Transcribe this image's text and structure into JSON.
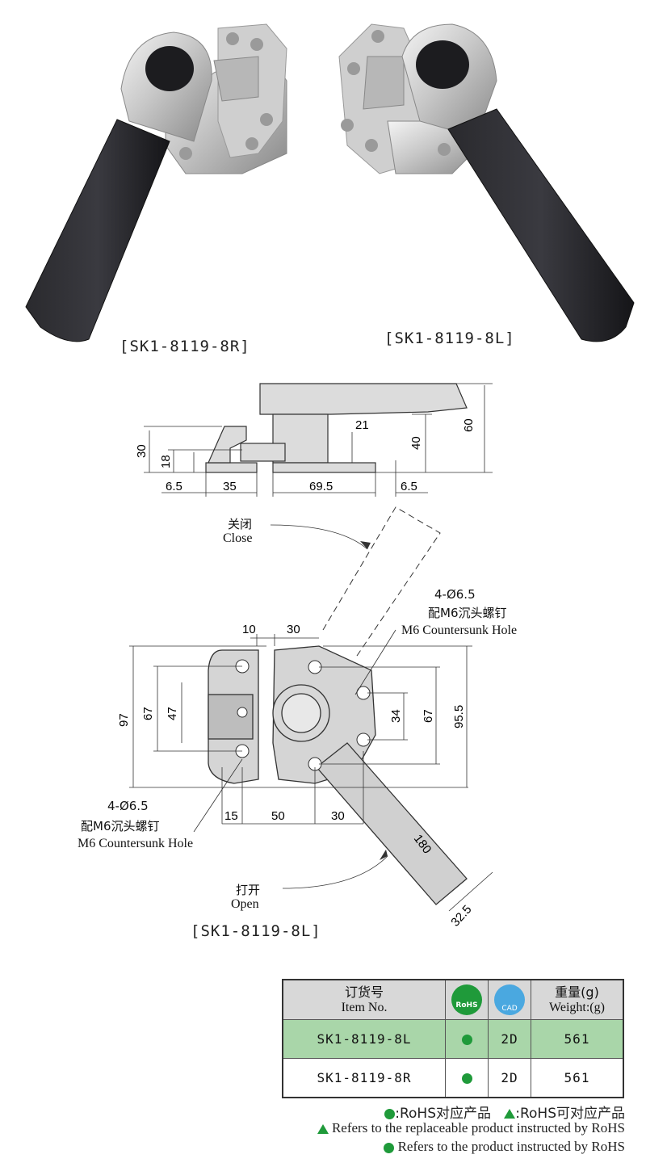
{
  "photos": {
    "right_caption": "[SK1-8119-8R]",
    "left_caption": "[SK1-8119-8L]"
  },
  "side_view": {
    "dims": {
      "d60": "60",
      "d40": "40",
      "d21": "21",
      "d30": "30",
      "d18": "18",
      "d6_5a": "6.5",
      "d35": "35",
      "d69_5": "69.5",
      "d6_5b": "6.5"
    }
  },
  "top_view": {
    "close_cn": "关闭",
    "close_en": "Close",
    "open_cn": "打开",
    "open_en": "Open",
    "hole_right_qty": "4-Ø6.5",
    "hole_right_cn": "配M6沉头螺钉",
    "hole_right_en": "M6 Countersunk Hole",
    "hole_left_qty": "4-Ø6.5",
    "hole_left_cn": "配M6沉头螺钉",
    "hole_left_en": "M6 Countersunk Hole",
    "dims": {
      "d10": "10",
      "d30top": "30",
      "d97": "97",
      "d67a": "67",
      "d47": "47",
      "d34": "34",
      "d67b": "67",
      "d95_5": "95.5",
      "d15": "15",
      "d50": "50",
      "d30bot": "30",
      "d180": "180",
      "d32_5": "32.5"
    },
    "caption": "[SK1-8119-8L]"
  },
  "table": {
    "header": {
      "item_cn": "订货号",
      "item_en": "Item No.",
      "rohs_icon": "RoHS",
      "cad_icon": "CAD",
      "weight_cn": "重量(g)",
      "weight_en": "Weight:(g)"
    },
    "rows": [
      {
        "item": "SK1-8119-8L",
        "cad": "2D",
        "weight": "561"
      },
      {
        "item": "SK1-8119-8R",
        "cad": "2D",
        "weight": "561"
      }
    ]
  },
  "legend": {
    "line1a": ":RoHS对应产品",
    "line1b": ":RoHS可对应产品",
    "line2": "Refers to the replaceable product instructed by RoHS",
    "line3": "Refers to the product instructed by RoHS"
  },
  "colors": {
    "highlight_row": "#a9d6a9",
    "rohs_green": "#1f9a3a",
    "cad_blue": "#4aa8e0"
  }
}
